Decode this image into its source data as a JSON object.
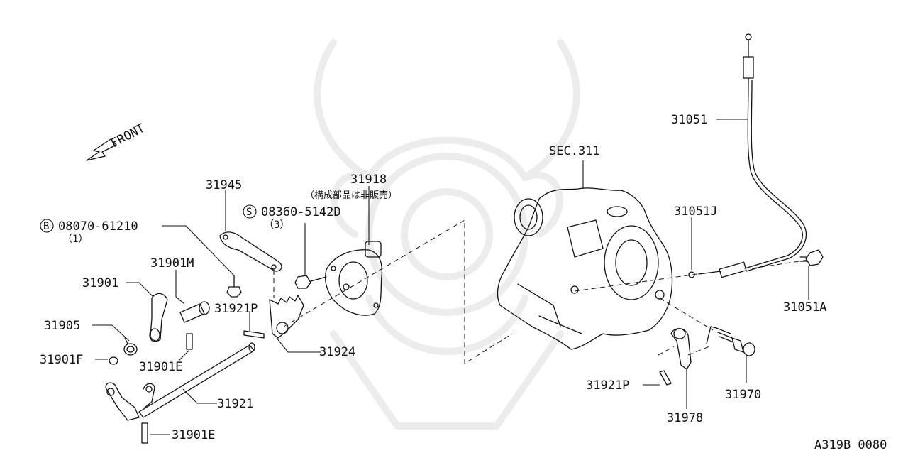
{
  "diagram": {
    "front_label": "FRONT",
    "section_ref": "SEC.311",
    "catalog_code": "A319B 0080",
    "parts": {
      "p31051": "31051",
      "p31051J": "31051J",
      "p31051A": "31051A",
      "p31918": "31918",
      "p31918_note": "（構成部品は非販売）",
      "p31945": "31945",
      "bolt_b_num": "08070-61210",
      "bolt_b_qty": "（1）",
      "bolt_b_prefix": "B",
      "screw_s_num": "08360-5142D",
      "screw_s_qty": "（3）",
      "screw_s_prefix": "S",
      "p31901M": "31901M",
      "p31901": "31901",
      "p31921P_left": "31921P",
      "p31905": "31905",
      "p31901F": "31901F",
      "p31901E_top": "31901E",
      "p31924": "31924",
      "p31921": "31921",
      "p31901E_bottom": "31901E",
      "p31921P_right": "31921P",
      "p31978": "31978",
      "p31970": "31970"
    }
  }
}
